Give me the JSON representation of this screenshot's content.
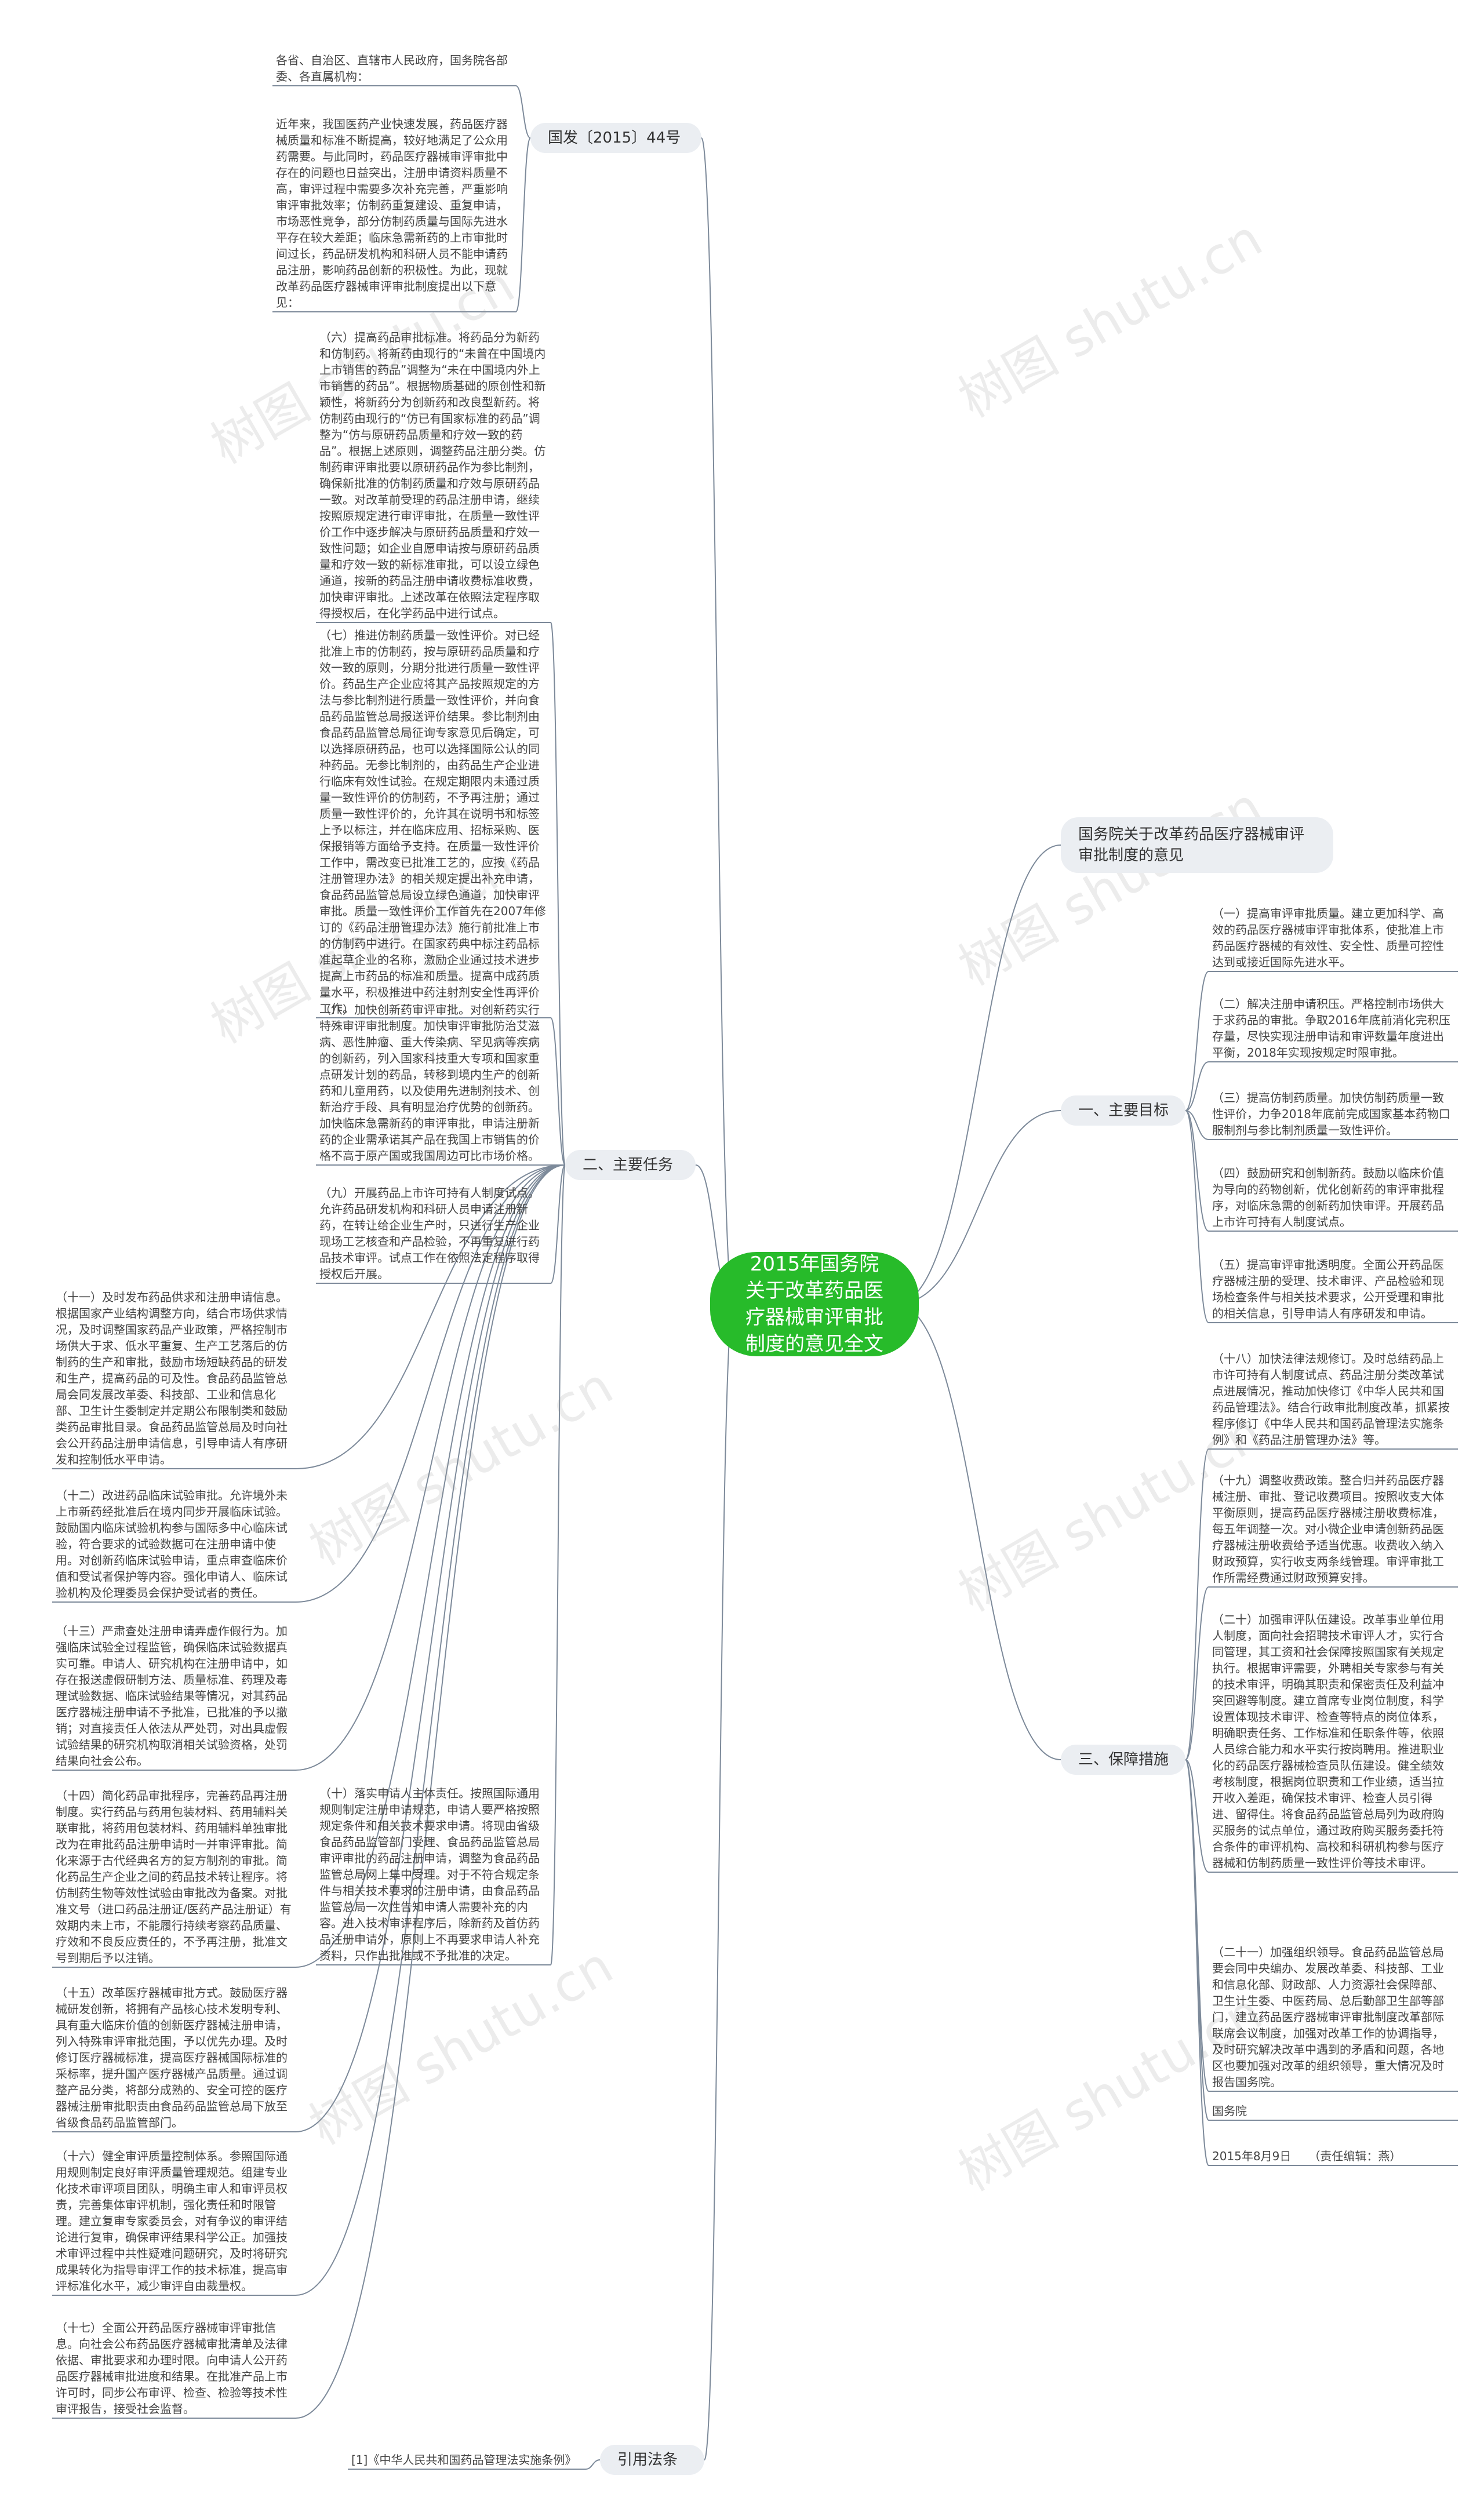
{
  "root": "2015年国务院关于改革药品医疗器械审评审批制度的意见全文",
  "watermark": "树图 shutu.cn",
  "colors": {
    "root_fill": "#27bb2a",
    "branch_fill": "#ebeef2",
    "line": "#7d8a9a",
    "text": "#444444"
  },
  "branches": {
    "guofa": "国发〔2015〕44号",
    "title": "国务院关于改革药品医疗器械审评审批制度的意见",
    "goals": "一、主要目标",
    "tasks": "二、主要任务",
    "safeguards": "三、保障措施",
    "law": "引用法条"
  },
  "guofa_leaves": [
    "各省、自治区、直辖市人民政府，国务院各部委、各直属机构：",
    "近年来，我国医药产业快速发展，药品医疗器械质量和标准不断提高，较好地满足了公众用药需要。与此同时，药品医疗器械审评审批中存在的问题也日益突出，注册申请资料质量不高，审评过程中需要多次补充完善，严重影响审评审批效率；仿制药重复建设、重复申请，市场恶性竞争，部分仿制药质量与国际先进水平存在较大差距；临床急需新药的上市审批时间过长，药品研发机构和科研人员不能申请药品注册，影响药品创新的积极性。为此，现就改革药品医疗器械审评审批制度提出以下意见："
  ],
  "goal_leaves": [
    "（一）提高审评审批质量。建立更加科学、高效的药品医疗器械审评审批体系，使批准上市药品医疗器械的有效性、安全性、质量可控性达到或接近国际先进水平。",
    "（二）解决注册申请积压。严格控制市场供大于求药品的审批。争取2016年底前消化完积压存量，尽快实现注册申请和审评数量年度进出平衡，2018年实现按规定时限审批。",
    "（三）提高仿制药质量。加快仿制药质量一致性评价，力争2018年底前完成国家基本药物口服制剂与参比制剂质量一致性评价。",
    "（四）鼓励研究和创制新药。鼓励以临床价值为导向的药物创新，优化创新药的审评审批程序，对临床急需的创新药加快审评。开展药品上市许可持有人制度试点。",
    "（五）提高审评审批透明度。全面公开药品医疗器械注册的受理、技术审评、产品检验和现场检查条件与相关技术要求，公开受理和审批的相关信息，引导申请人有序研发和申请。"
  ],
  "task_right_leaves": [
    "（六）提高药品审批标准。将药品分为新药和仿制药。将新药由现行的“未曾在中国境内上市销售的药品”调整为“未在中国境内外上市销售的药品”。根据物质基础的原创性和新颖性，将新药分为创新药和改良型新药。将仿制药由现行的“仿已有国家标准的药品”调整为“仿与原研药品质量和疗效一致的药品”。根据上述原则，调整药品注册分类。仿制药审评审批要以原研药品作为参比制剂，确保新批准的仿制药质量和疗效与原研药品一致。对改革前受理的药品注册申请，继续按照原规定进行审评审批，在质量一致性评价工作中逐步解决与原研药品质量和疗效一致性问题；如企业自愿申请按与原研药品质量和疗效一致的新标准审批，可以设立绿色通道，按新的药品注册申请收费标准收费，加快审评审批。上述改革在依照法定程序取得授权后，在化学药品中进行试点。",
    "（七）推进仿制药质量一致性评价。对已经批准上市的仿制药，按与原研药品质量和疗效一致的原则，分期分批进行质量一致性评价。药品生产企业应将其产品按照规定的方法与参比制剂进行质量一致性评价，并向食品药品监管总局报送评价结果。参比制剂由食品药品监管总局征询专家意见后确定，可以选择原研药品，也可以选择国际公认的同种药品。无参比制剂的，由药品生产企业进行临床有效性试验。在规定期限内未通过质量一致性评价的仿制药，不予再注册；通过质量一致性评价的，允许其在说明书和标签上予以标注，并在临床应用、招标采购、医保报销等方面给予支持。在质量一致性评价工作中，需改变已批准工艺的，应按《药品注册管理办法》的相关规定提出补充申请，食品药品监管总局设立绿色通道，加快审评审批。质量一致性评价工作首先在2007年修订的《药品注册管理办法》施行前批准上市的仿制药中进行。在国家药典中标注药品标准起草企业的名称，激励企业通过技术进步提高上市药品的标准和质量。提高中成药质量水平，积极推进中药注射剂安全性再评价工作。",
    "（八）加快创新药审评审批。对创新药实行特殊审评审批制度。加快审评审批防治艾滋病、恶性肿瘤、重大传染病、罕见病等疾病的创新药，列入国家科技重大专项和国家重点研发计划的药品，转移到境内生产的创新药和儿童用药，以及使用先进制剂技术、创新治疗手段、具有明显治疗优势的创新药。加快临床急需新药的审评审批，申请注册新药的企业需承诺其产品在我国上市销售的价格不高于原产国或我国周边可比市场价格。",
    "（九）开展药品上市许可持有人制度试点。允许药品研发机构和科研人员申请注册新药，在转让给企业生产时，只进行生产企业现场工艺核查和产品检验，不再重复进行药品技术审评。试点工作在依照法定程序取得授权后开展。",
    "（十）落实申请人主体责任。按照国际通用规则制定注册申请规范，申请人要严格按照规定条件和相关技术要求申请。将现由省级食品药品监管部门受理、食品药品监管总局审评审批的药品注册申请，调整为食品药品监管总局网上集中受理。对于不符合规定条件与相关技术要求的注册申请，由食品药品监管总局一次性告知申请人需要补充的内容。进入技术审评程序后，除新药及首仿药品注册申请外，原则上不再要求申请人补充资料，只作出批准或不予批准的决定。"
  ],
  "task_left_leaves": [
    "（十一）及时发布药品供求和注册申请信息。根据国家产业结构调整方向，结合市场供求情况，及时调整国家药品产业政策，严格控制市场供大于求、低水平重复、生产工艺落后的仿制药的生产和审批，鼓励市场短缺药品的研发和生产，提高药品的可及性。食品药品监管总局会同发展改革委、科技部、工业和信息化部、卫生计生委制定并定期公布限制类和鼓励类药品审批目录。食品药品监管总局及时向社会公开药品注册申请信息，引导申请人有序研发和控制低水平申请。",
    "（十二）改进药品临床试验审批。允许境外未上市新药经批准后在境内同步开展临床试验。鼓励国内临床试验机构参与国际多中心临床试验，符合要求的试验数据可在注册申请中使用。对创新药临床试验申请，重点审查临床价值和受试者保护等内容。强化申请人、临床试验机构及伦理委员会保护受试者的责任。",
    "（十三）严肃查处注册申请弄虚作假行为。加强临床试验全过程监管，确保临床试验数据真实可靠。申请人、研究机构在注册申请中，如存在报送虚假研制方法、质量标准、药理及毒理试验数据、临床试验结果等情况，对其药品医疗器械注册申请不予批准，已批准的予以撤销；对直接责任人依法从严处罚，对出具虚假试验结果的研究机构取消相关试验资格，处罚结果向社会公布。",
    "（十四）简化药品审批程序，完善药品再注册制度。实行药品与药用包装材料、药用辅料关联审批，将药用包装材料、药用辅料单独审批改为在审批药品注册申请时一并审评审批。简化来源于古代经典名方的复方制剂的审批。简化药品生产企业之间的药品技术转让程序。将仿制药生物等效性试验由审批改为备案。对批准文号（进口药品注册证/医药产品注册证）有效期内未上市，不能履行持续考察药品质量、疗效和不良反应责任的，不予再注册，批准文号到期后予以注销。",
    "（十五）改革医疗器械审批方式。鼓励医疗器械研发创新，将拥有产品核心技术发明专利、具有重大临床价值的创新医疗器械注册申请，列入特殊审评审批范围，予以优先办理。及时修订医疗器械标准，提高医疗器械国际标准的采标率，提升国产医疗器械产品质量。通过调整产品分类，将部分成熟的、安全可控的医疗器械注册审批职责由食品药品监管总局下放至省级食品药品监管部门。",
    "（十六）健全审评质量控制体系。参照国际通用规则制定良好审评质量管理规范。组建专业化技术审评项目团队，明确主审人和审评员权责，完善集体审评机制，强化责任和时限管理。建立复审专家委员会，对有争议的审评结论进行复审，确保审评结果科学公正。加强技术审评过程中共性疑难问题研究，及时将研究成果转化为指导审评工作的技术标准，提高审评标准化水平，减少审评自由裁量权。",
    "（十七）全面公开药品医疗器械审评审批信息。向社会公布药品医疗器械审批清单及法律依据、审批要求和办理时限。向申请人公开药品医疗器械审批进度和结果。在批准产品上市许可时，同步公布审评、检查、检验等技术性审评报告，接受社会监督。"
  ],
  "safeguard_leaves": [
    "（十八）加快法律法规修订。及时总结药品上市许可持有人制度试点、药品注册分类改革试点进展情况，推动加快修订《中华人民共和国药品管理法》。结合行政审批制度改革，抓紧按程序修订《中华人民共和国药品管理法实施条例》和《药品注册管理办法》等。",
    "（十九）调整收费政策。整合归并药品医疗器械注册、审批、登记收费项目。按照收支大体平衡原则，提高药品医疗器械注册收费标准，每五年调整一次。对小微企业申请创新药品医疗器械注册收费给予适当优惠。收费收入纳入财政预算，实行收支两条线管理。审评审批工作所需经费通过财政预算安排。",
    "（二十）加强审评队伍建设。改革事业单位用人制度，面向社会招聘技术审评人才，实行合同管理，其工资和社会保障按照国家有关规定执行。根据审评需要，外聘相关专家参与有关的技术审评，明确其职责和保密责任及利益冲突回避等制度。建立首席专业岗位制度，科学设置体现技术审评、检查等特点的岗位体系，明确职责任务、工作标准和任职条件等，依照人员综合能力和水平实行按岗聘用。推进职业化的药品医疗器械检查员队伍建设。健全绩效考核制度，根据岗位职责和工作业绩，适当拉开收入差距，确保技术审评、检查人员引得进、留得住。将食品药品监管总局列为政府购买服务的试点单位，通过政府购买服务委托符合条件的审评机构、高校和科研机构参与医疗器械和仿制药质量一致性评价等技术审评。",
    "（二十一）加强组织领导。食品药品监管总局要会同中央编办、发展改革委、科技部、工业和信息化部、财政部、人力资源社会保障部、卫生计生委、中医药局、总后勤部卫生部等部门，建立药品医疗器械审评审批制度改革部际联席会议制度，加强对改革工作的协调指导，及时研究解决改革中遇到的矛盾和问题，各地区也要加强对改革的组织领导，重大情况及时报告国务院。",
    "国务院",
    "2015年8月9日　　（责任编辑：燕）"
  ],
  "law_leaves": [
    "[1]《中华人民共和国药品管理法实施条例》"
  ]
}
